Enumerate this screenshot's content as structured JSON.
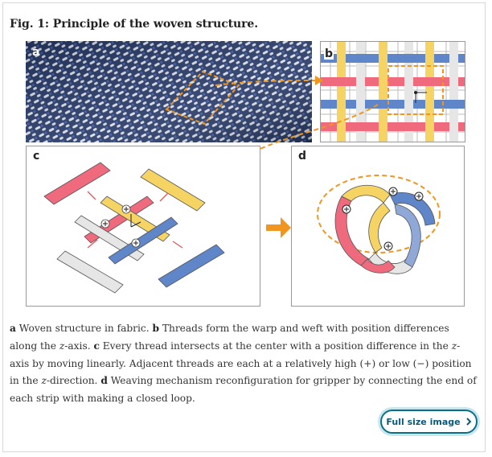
{
  "figure": {
    "title": "Fig. 1: Principle of the woven structure.",
    "panels": {
      "a": "a",
      "b": "b",
      "c": "c",
      "d": "d"
    }
  },
  "caption": {
    "a_label": "a",
    "a_text": " Woven structure in fabric. ",
    "b_label": "b",
    "b_text": " Threads form the warp and weft with position differences along the ",
    "b_axis": "z",
    "b_text2": "-axis. ",
    "c_label": "c",
    "c_text": " Every thread intersects at the center with a position difference in the ",
    "c_axis": "z",
    "c_text2": "-axis by moving linearly. Adjacent threads are each at a relatively high (+) or low (−) position in the ",
    "c_axis2": "z",
    "c_text3": "-direction. ",
    "d_label": "d",
    "d_text": " Weaving mechanism reconfiguration for gripper by connecting the end of each strip with making a closed loop."
  },
  "full_size_button": {
    "label": "Full size image",
    "icon": "chevron-right-icon"
  },
  "colors": {
    "red": "#ef6a7d",
    "yellow": "#f6d463",
    "blue": "#5f86c8",
    "grey": "#e6e6e6",
    "orange": "#f0961f",
    "button_border": "#0a6f86"
  }
}
